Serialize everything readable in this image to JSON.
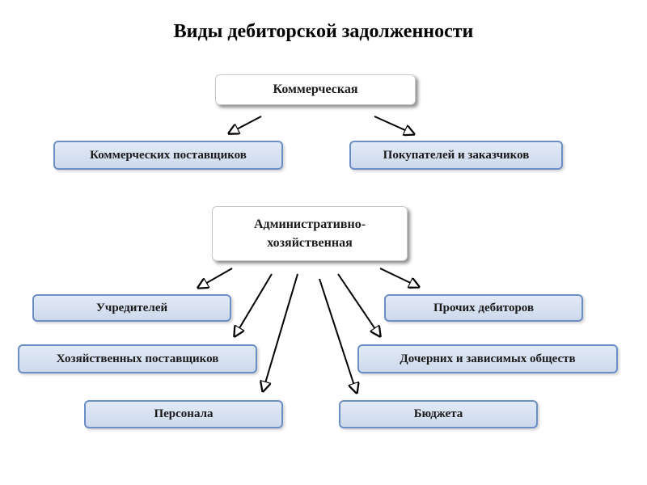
{
  "title": "Виды дебиторской задолженности",
  "nodes": {
    "commercial": "Коммерческая",
    "commercial_suppliers": "Коммерческих поставщиков",
    "buyers_customers": "Покупателей и заказчиков",
    "administrative": "Административно-\nхозяйственная",
    "founders": "Учредителей",
    "other_debtors": "Прочих дебиторов",
    "economic_suppliers": "Хозяйственных поставщиков",
    "subsidiaries": "Дочерних и зависимых обществ",
    "personnel": "Персонала",
    "budget": "Бюджета"
  },
  "colors": {
    "box_fill": "#d5dff0",
    "box_border": "#6b8fc4",
    "arrow": "#000000"
  }
}
